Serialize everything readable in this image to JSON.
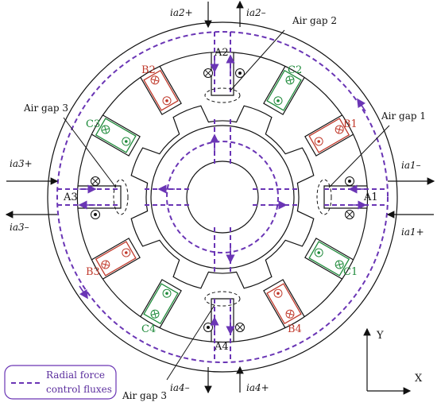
{
  "labels": {
    "A1": "A1",
    "A2": "A2",
    "A3": "A3",
    "A4": "A4",
    "B1": "B1",
    "B2": "B2",
    "B3": "B3",
    "B4": "B4",
    "C1": "C1",
    "C2": "C2",
    "C3": "C3",
    "C4": "C4"
  },
  "annotations": {
    "air_gap_1": "Air gap 1",
    "air_gap_2": "Air gap 2",
    "air_gap_3_left": "Air gap 3",
    "air_gap_3_bottom": "Air gap 3"
  },
  "currents": {
    "ia1_minus": "ia1–",
    "ia1_plus": "ia1+",
    "ia2_plus": "ia2+",
    "ia2_minus": "ia2–",
    "ia3_plus": "ia3+",
    "ia3_minus": "ia3–",
    "ia4_minus": "ia4–",
    "ia4_plus": "ia4+"
  },
  "axes": {
    "x": "X",
    "y": "Y"
  },
  "legend": {
    "line1": "Radial force",
    "line2": "control fluxes"
  },
  "colors": {
    "flux": "#6a35b5",
    "coil_b": "#c0392b",
    "coil_c": "#1e8a3a",
    "outline": "#111111"
  }
}
